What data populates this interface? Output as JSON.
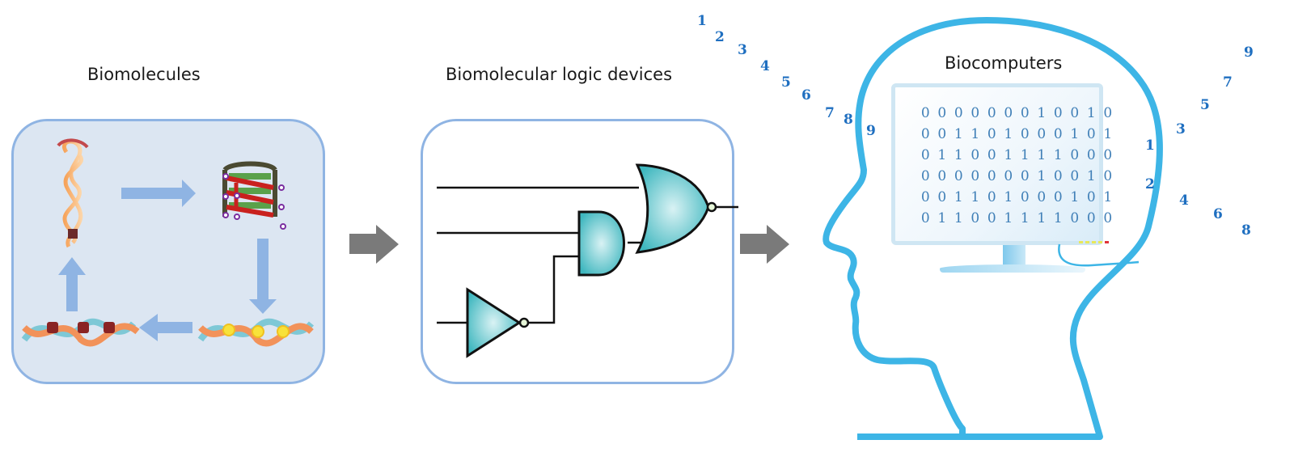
{
  "stages": [
    {
      "title": "Biomolecules"
    },
    {
      "title": "Biomolecular logic devices"
    },
    {
      "title": "Biocomputers"
    }
  ],
  "biomolecule_cycle": [
    "ribozyme-aptamer",
    "g-quadruplex",
    "dna-duplex-with-ligands",
    "dna-duplex-with-base-pairs"
  ],
  "logic_gates": [
    "NOT",
    "AND",
    "NOR"
  ],
  "binary_screen": [
    [
      "0",
      "0",
      "0",
      "0",
      "0",
      "0",
      "0",
      "1",
      "0",
      "0",
      "1",
      "0"
    ],
    [
      "0",
      "0",
      "1",
      "1",
      "0",
      "1",
      "0",
      "0",
      "0",
      "1",
      "0",
      "1"
    ],
    [
      "0",
      "1",
      "1",
      "0",
      "0",
      "1",
      "1",
      "1",
      "1",
      "0",
      "0",
      "0"
    ],
    [
      "0",
      "0",
      "0",
      "0",
      "0",
      "0",
      "0",
      "1",
      "0",
      "0",
      "1",
      "0"
    ],
    [
      "0",
      "0",
      "1",
      "1",
      "0",
      "1",
      "0",
      "0",
      "0",
      "1",
      "0",
      "1"
    ],
    [
      "0",
      "1",
      "1",
      "0",
      "0",
      "1",
      "1",
      "1",
      "1",
      "0",
      "0",
      "0"
    ]
  ],
  "numbers_left": [
    "1",
    "2",
    "3",
    "4",
    "5",
    "6",
    "7",
    "8",
    "9"
  ],
  "numbers_right": [
    "1",
    "2",
    "3",
    "4",
    "5",
    "6",
    "7",
    "8",
    "9"
  ],
  "colors": {
    "panel_border": "#8fb4e3",
    "panel_fill": "#dce6f2",
    "head_outline": "#3db5e6",
    "arrow_gray": "#7a7a7a",
    "gate_fill": "#3fb7bf",
    "digit_blue": "#1f6fc0"
  }
}
